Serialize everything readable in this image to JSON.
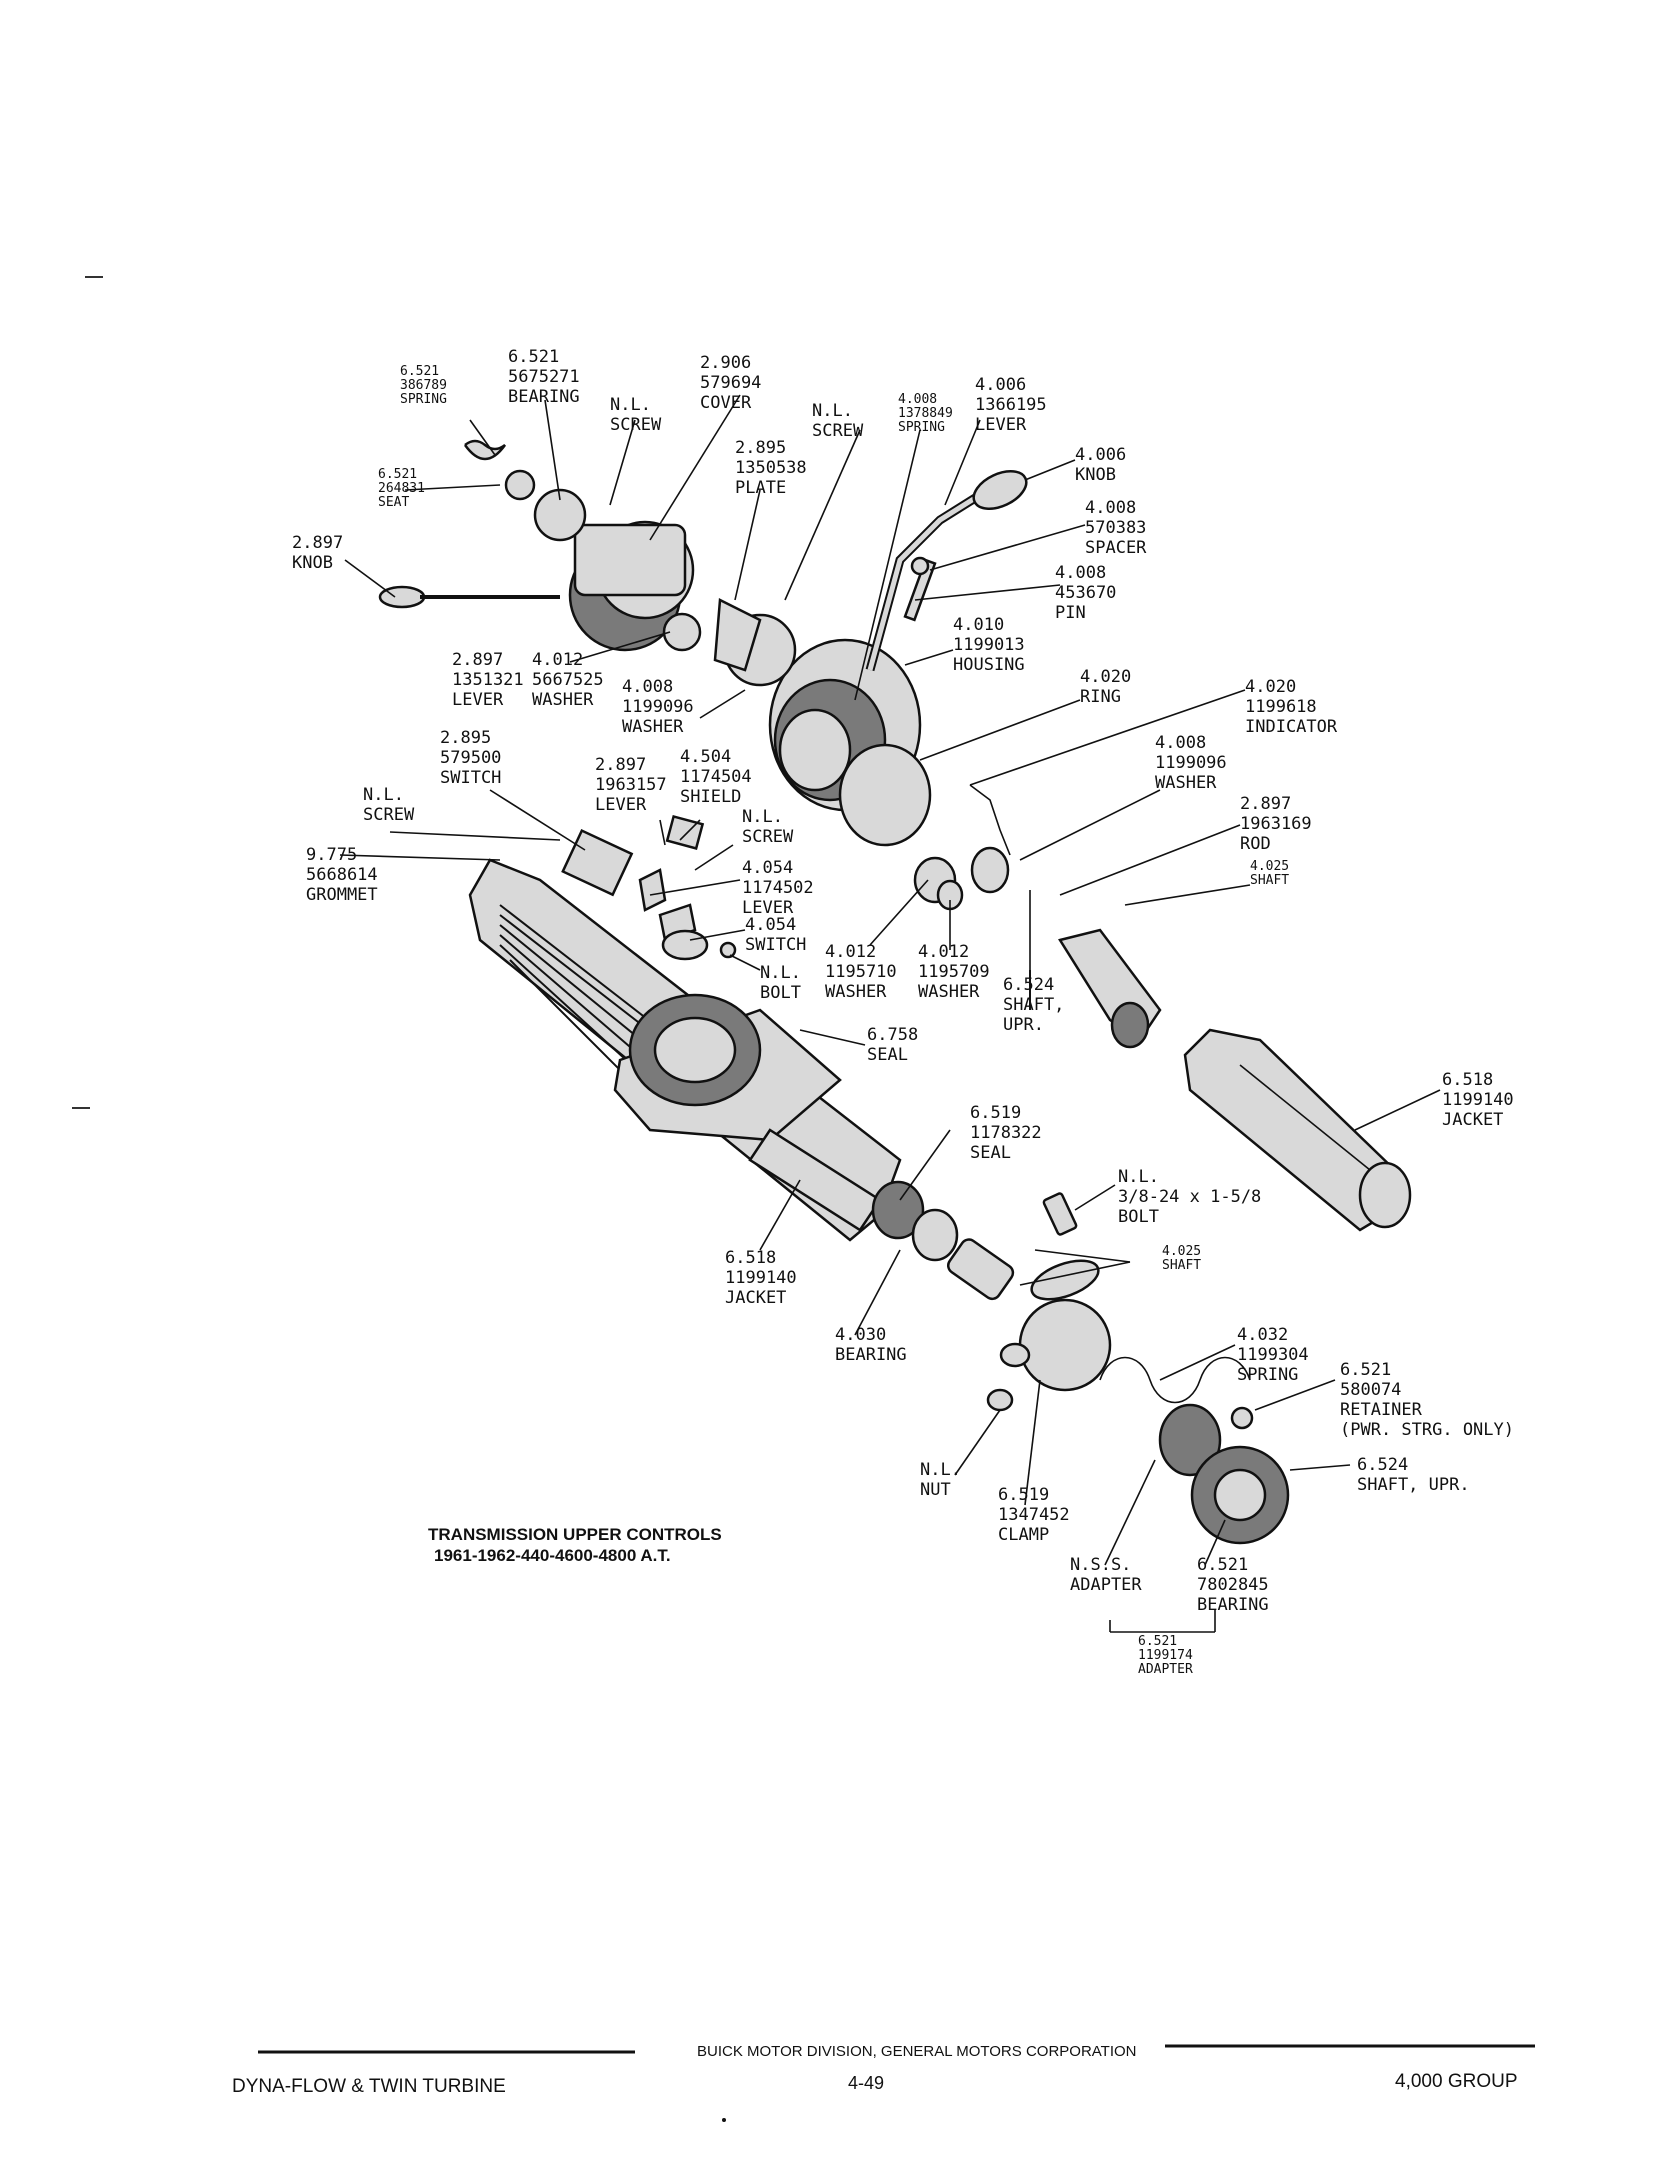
{
  "diagram": {
    "title_line1": "TRANSMISSION UPPER CONTROLS",
    "title_line2": "1961-1962-440-4600-4800 A.T.",
    "callouts": [
      {
        "id": "spring-top",
        "lines": [
          "6.521",
          "386789",
          "SPRING"
        ]
      },
      {
        "id": "bearing-top",
        "lines": [
          "6.521",
          "5675271",
          "BEARING"
        ]
      },
      {
        "id": "nl-screw-1",
        "lines": [
          "N.L.",
          "SCREW"
        ]
      },
      {
        "id": "cover",
        "lines": [
          "2.906",
          "579694",
          "COVER"
        ]
      },
      {
        "id": "nl-screw-2",
        "lines": [
          "N.L.",
          "SCREW"
        ]
      },
      {
        "id": "spring-4008",
        "lines": [
          "4.008",
          "1378849",
          "SPRING"
        ]
      },
      {
        "id": "lever-4006",
        "lines": [
          "4.006",
          "1366195",
          "LEVER"
        ]
      },
      {
        "id": "seat",
        "lines": [
          "6.521",
          "264831",
          "SEAT"
        ]
      },
      {
        "id": "plate",
        "lines": [
          "2.895",
          "1350538",
          "PLATE"
        ]
      },
      {
        "id": "knob-4006",
        "lines": [
          "4.006",
          "KNOB"
        ]
      },
      {
        "id": "spacer",
        "lines": [
          "4.008",
          "570383",
          "SPACER"
        ]
      },
      {
        "id": "knob-2897",
        "lines": [
          "2.897",
          "KNOB"
        ]
      },
      {
        "id": "pin",
        "lines": [
          "4.008",
          "453670",
          "PIN"
        ]
      },
      {
        "id": "housing",
        "lines": [
          "4.010",
          "1199013",
          "HOUSING"
        ]
      },
      {
        "id": "lever-1351321",
        "lines": [
          "2.897",
          "1351321",
          "LEVER"
        ]
      },
      {
        "id": "washer-5667525",
        "lines": [
          "4.012",
          "5667525",
          "WASHER"
        ]
      },
      {
        "id": "washer-1199096-a",
        "lines": [
          "4.008",
          "1199096",
          "WASHER"
        ]
      },
      {
        "id": "ring",
        "lines": [
          "4.020",
          "RING"
        ]
      },
      {
        "id": "indicator",
        "lines": [
          "4.020",
          "1199618",
          "INDICATOR"
        ]
      },
      {
        "id": "switch-579500",
        "lines": [
          "2.895",
          "579500",
          "SWITCH"
        ]
      },
      {
        "id": "lever-1963157",
        "lines": [
          "2.897",
          "1963157",
          "LEVER"
        ]
      },
      {
        "id": "shield",
        "lines": [
          "4.504",
          "1174504",
          "SHIELD"
        ]
      },
      {
        "id": "washer-1199096-b",
        "lines": [
          "4.008",
          "1199096",
          "WASHER"
        ]
      },
      {
        "id": "rod",
        "lines": [
          "2.897",
          "1963169",
          "ROD"
        ]
      },
      {
        "id": "nl-screw-3",
        "lines": [
          "N.L.",
          "SCREW"
        ]
      },
      {
        "id": "nl-screw-4",
        "lines": [
          "N.L.",
          "SCREW"
        ]
      },
      {
        "id": "shaft-4025-a",
        "lines": [
          "4.025",
          "SHAFT"
        ]
      },
      {
        "id": "grommet",
        "lines": [
          "9.775",
          "5668614",
          "GROMMET"
        ]
      },
      {
        "id": "lever-1174502",
        "lines": [
          "4.054",
          "1174502",
          "LEVER"
        ]
      },
      {
        "id": "switch-4054",
        "lines": [
          "4.054",
          "SWITCH"
        ]
      },
      {
        "id": "washer-1195710",
        "lines": [
          "4.012",
          "1195710",
          "WASHER"
        ]
      },
      {
        "id": "washer-1195709",
        "lines": [
          "4.012",
          "1195709",
          "WASHER"
        ]
      },
      {
        "id": "nl-bolt",
        "lines": [
          "N.L.",
          "BOLT"
        ]
      },
      {
        "id": "shaft-upr-a",
        "lines": [
          "6.524",
          "SHAFT,",
          "UPR."
        ]
      },
      {
        "id": "seal-6758",
        "lines": [
          "6.758",
          "SEAL"
        ]
      },
      {
        "id": "jacket-right",
        "lines": [
          "6.518",
          "1199140",
          "JACKET"
        ]
      },
      {
        "id": "seal-1178322",
        "lines": [
          "6.519",
          "1178322",
          "SEAL"
        ]
      },
      {
        "id": "bolt-nl",
        "lines": [
          "N.L.",
          "3/8-24 x 1-5/8",
          "BOLT"
        ]
      },
      {
        "id": "jacket-left",
        "lines": [
          "6.518",
          "1199140",
          "JACKET"
        ]
      },
      {
        "id": "shaft-4025-b",
        "lines": [
          "4.025",
          "SHAFT"
        ]
      },
      {
        "id": "bearing-4030",
        "lines": [
          "4.030",
          "BEARING"
        ]
      },
      {
        "id": "spring-1199304",
        "lines": [
          "4.032",
          "1199304",
          "SPRING"
        ]
      },
      {
        "id": "retainer",
        "lines": [
          "6.521",
          "580074",
          "RETAINER",
          "(PWR. STRG. ONLY)"
        ]
      },
      {
        "id": "shaft-upr-b",
        "lines": [
          "6.524",
          "SHAFT, UPR."
        ]
      },
      {
        "id": "nl-nut",
        "lines": [
          "N.L.",
          "NUT"
        ]
      },
      {
        "id": "clamp",
        "lines": [
          "6.519",
          "1347452",
          "CLAMP"
        ]
      },
      {
        "id": "adapter-nss",
        "lines": [
          "N.S.S.",
          "ADAPTER"
        ]
      },
      {
        "id": "bearing-7802845",
        "lines": [
          "6.521",
          "7802845",
          "BEARING"
        ]
      },
      {
        "id": "adapter-1199174",
        "lines": [
          "6.521",
          "1199174",
          "ADAPTER"
        ]
      }
    ]
  },
  "footer": {
    "division": "BUICK MOTOR DIVISION, GENERAL MOTORS CORPORATION",
    "left": "DYNA-FLOW & TWIN TURBINE",
    "page": "4-49",
    "right": "4,000 GROUP"
  }
}
